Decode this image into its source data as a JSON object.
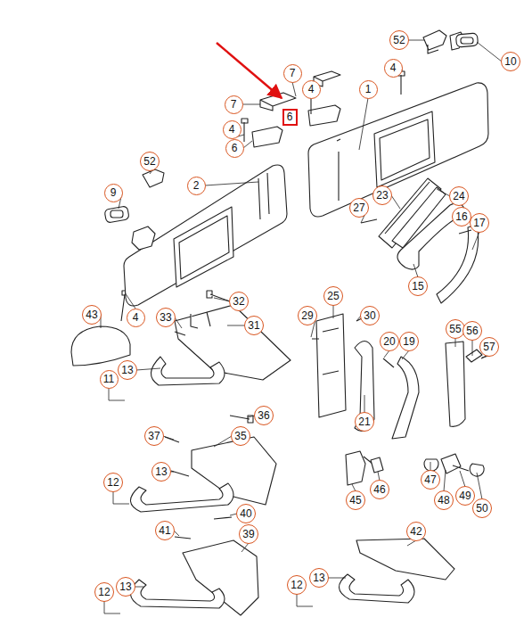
{
  "diagram": {
    "nodes": [
      {
        "text": [
          "52"
        ]
      },
      {
        "text": [
          "4"
        ]
      },
      {
        "text": [
          "10"
        ]
      },
      {
        "text": [
          "7"
        ]
      },
      {
        "text": [
          "4"
        ]
      },
      {
        "text": [
          "7"
        ]
      },
      {
        "text": [
          "6"
        ]
      },
      {
        "text": [
          "4"
        ]
      },
      {
        "text": [
          "6"
        ]
      },
      {
        "text": [
          "1"
        ]
      },
      {
        "text": [
          "52"
        ]
      },
      {
        "text": [
          "9"
        ]
      },
      {
        "text": [
          "2"
        ]
      },
      {
        "text": [
          "23"
        ]
      },
      {
        "text": [
          "24"
        ]
      },
      {
        "text": [
          "27"
        ]
      },
      {
        "text": [
          "16"
        ]
      },
      {
        "text": [
          "17"
        ]
      },
      {
        "text": [
          "15"
        ]
      },
      {
        "text": [
          "43"
        ]
      },
      {
        "text": [
          "32"
        ]
      },
      {
        "text": [
          "33"
        ]
      },
      {
        "text": [
          "4"
        ]
      },
      {
        "text": [
          "31"
        ]
      },
      {
        "text": [
          "25"
        ]
      },
      {
        "text": [
          "29"
        ]
      },
      {
        "text": [
          "30"
        ]
      },
      {
        "text": [
          "20"
        ]
      },
      {
        "text": [
          "19"
        ]
      },
      {
        "text": [
          "55"
        ]
      },
      {
        "text": [
          "56"
        ]
      },
      {
        "text": [
          "57"
        ]
      },
      {
        "text": [
          "13"
        ]
      },
      {
        "text": [
          "11"
        ]
      },
      {
        "text": [
          "21"
        ]
      },
      {
        "text": [
          "36"
        ]
      },
      {
        "text": [
          "37"
        ]
      },
      {
        "text": [
          "35"
        ]
      },
      {
        "text": [
          "47"
        ]
      },
      {
        "text": [
          "48"
        ]
      },
      {
        "text": [
          "49"
        ]
      },
      {
        "text": [
          "50"
        ]
      },
      {
        "text": [
          "45"
        ]
      },
      {
        "text": [
          "46"
        ]
      },
      {
        "text": [
          "13"
        ]
      },
      {
        "text": [
          "12"
        ]
      },
      {
        "text": [
          "40"
        ]
      },
      {
        "text": [
          "41"
        ]
      },
      {
        "text": [
          "39"
        ]
      },
      {
        "text": [
          "42"
        ]
      },
      {
        "text": [
          "13"
        ]
      },
      {
        "text": [
          "12"
        ]
      },
      {
        "text": [
          "13"
        ]
      },
      {
        "text": [
          "12"
        ]
      }
    ]
  }
}
